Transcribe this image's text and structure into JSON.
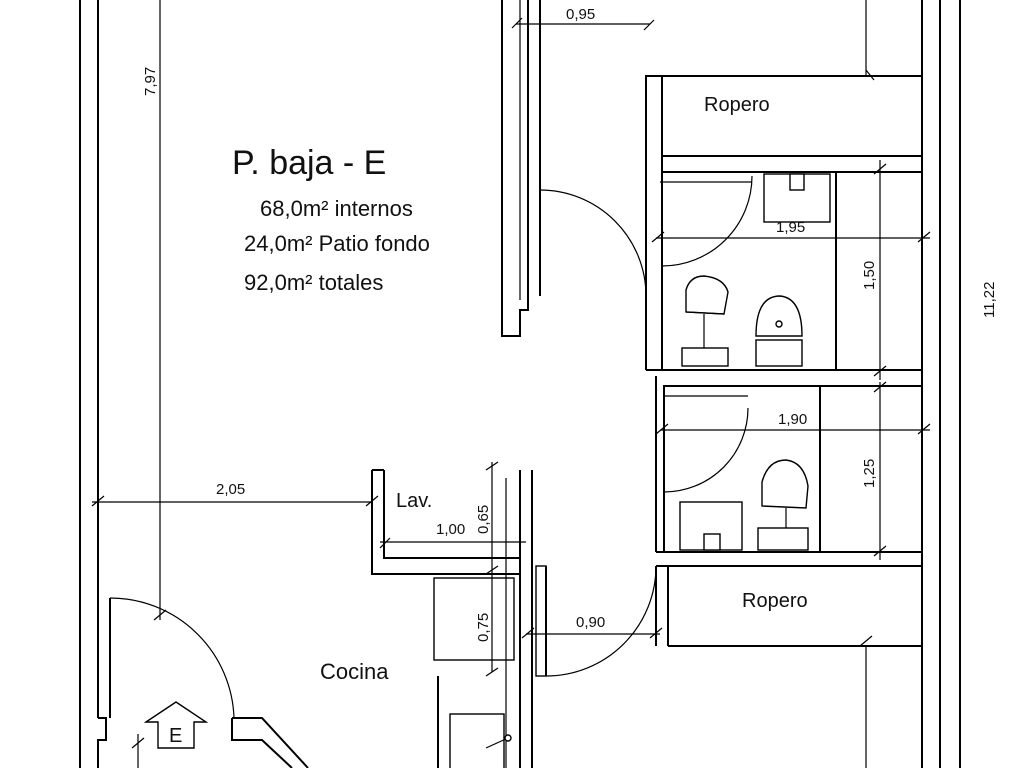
{
  "plan": {
    "title": "P. baja - E",
    "areas": {
      "internal": "68,0m² internos",
      "patio": "24,0m² Patio fondo",
      "total": "92,0m² totales"
    },
    "rooms": {
      "ropero_top": "Ropero",
      "ropero_bottom": "Ropero",
      "lavadero": "Lav.",
      "cocina": "Cocina",
      "entrance": "E"
    },
    "dimensions": {
      "height_left": "7,97",
      "width_top": "0,95",
      "bath1_width": "1,95",
      "bath1_height": "1,50",
      "bath2_width": "1,90",
      "bath2_height": "1,25",
      "total_height": "11,22",
      "living_width": "2,05",
      "lav_width": "1,00",
      "lav_depth": "0,65",
      "kitchen_depth": "0,75",
      "door_width": "0,90"
    }
  }
}
